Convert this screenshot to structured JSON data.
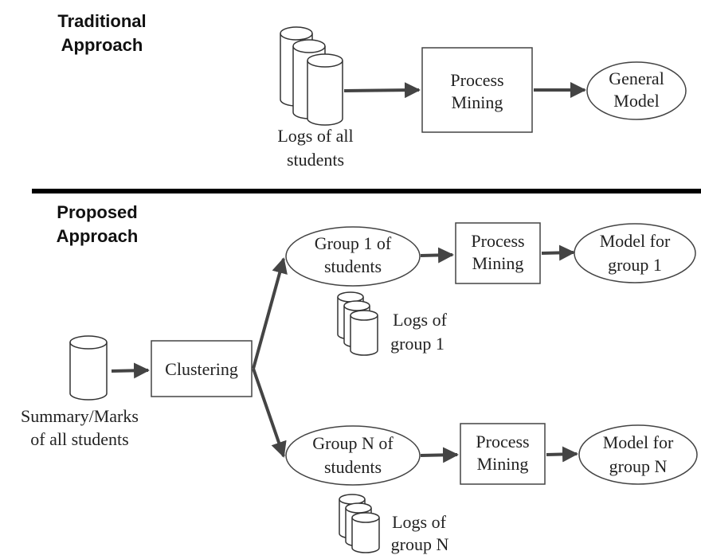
{
  "traditional": {
    "heading_line1": "Traditional",
    "heading_line2": "Approach",
    "logs_line1": "Logs of all",
    "logs_line2": "students",
    "process_line1": "Process",
    "process_line2": "Mining",
    "model_line1": "General",
    "model_line2": "Model"
  },
  "proposed": {
    "heading_line1": "Proposed",
    "heading_line2": "Approach",
    "summary_line1": "Summary/Marks",
    "summary_line2": "of all students",
    "clustering": "Clustering",
    "group1": {
      "group_line1": "Group 1 of",
      "group_line2": "students",
      "process_line1": "Process",
      "process_line2": "Mining",
      "model_line1": "Model for",
      "model_line2": "group 1",
      "logs_line1": "Logs of",
      "logs_line2": "group 1"
    },
    "groupN": {
      "group_line1": "Group N of",
      "group_line2": "students",
      "process_line1": "Process",
      "process_line2": "Mining",
      "model_line1": "Model for",
      "model_line2": "group N",
      "logs_line1": "Logs of",
      "logs_line2": "group N"
    }
  },
  "colors": {
    "stroke": "#444444",
    "divider": "#000000"
  }
}
